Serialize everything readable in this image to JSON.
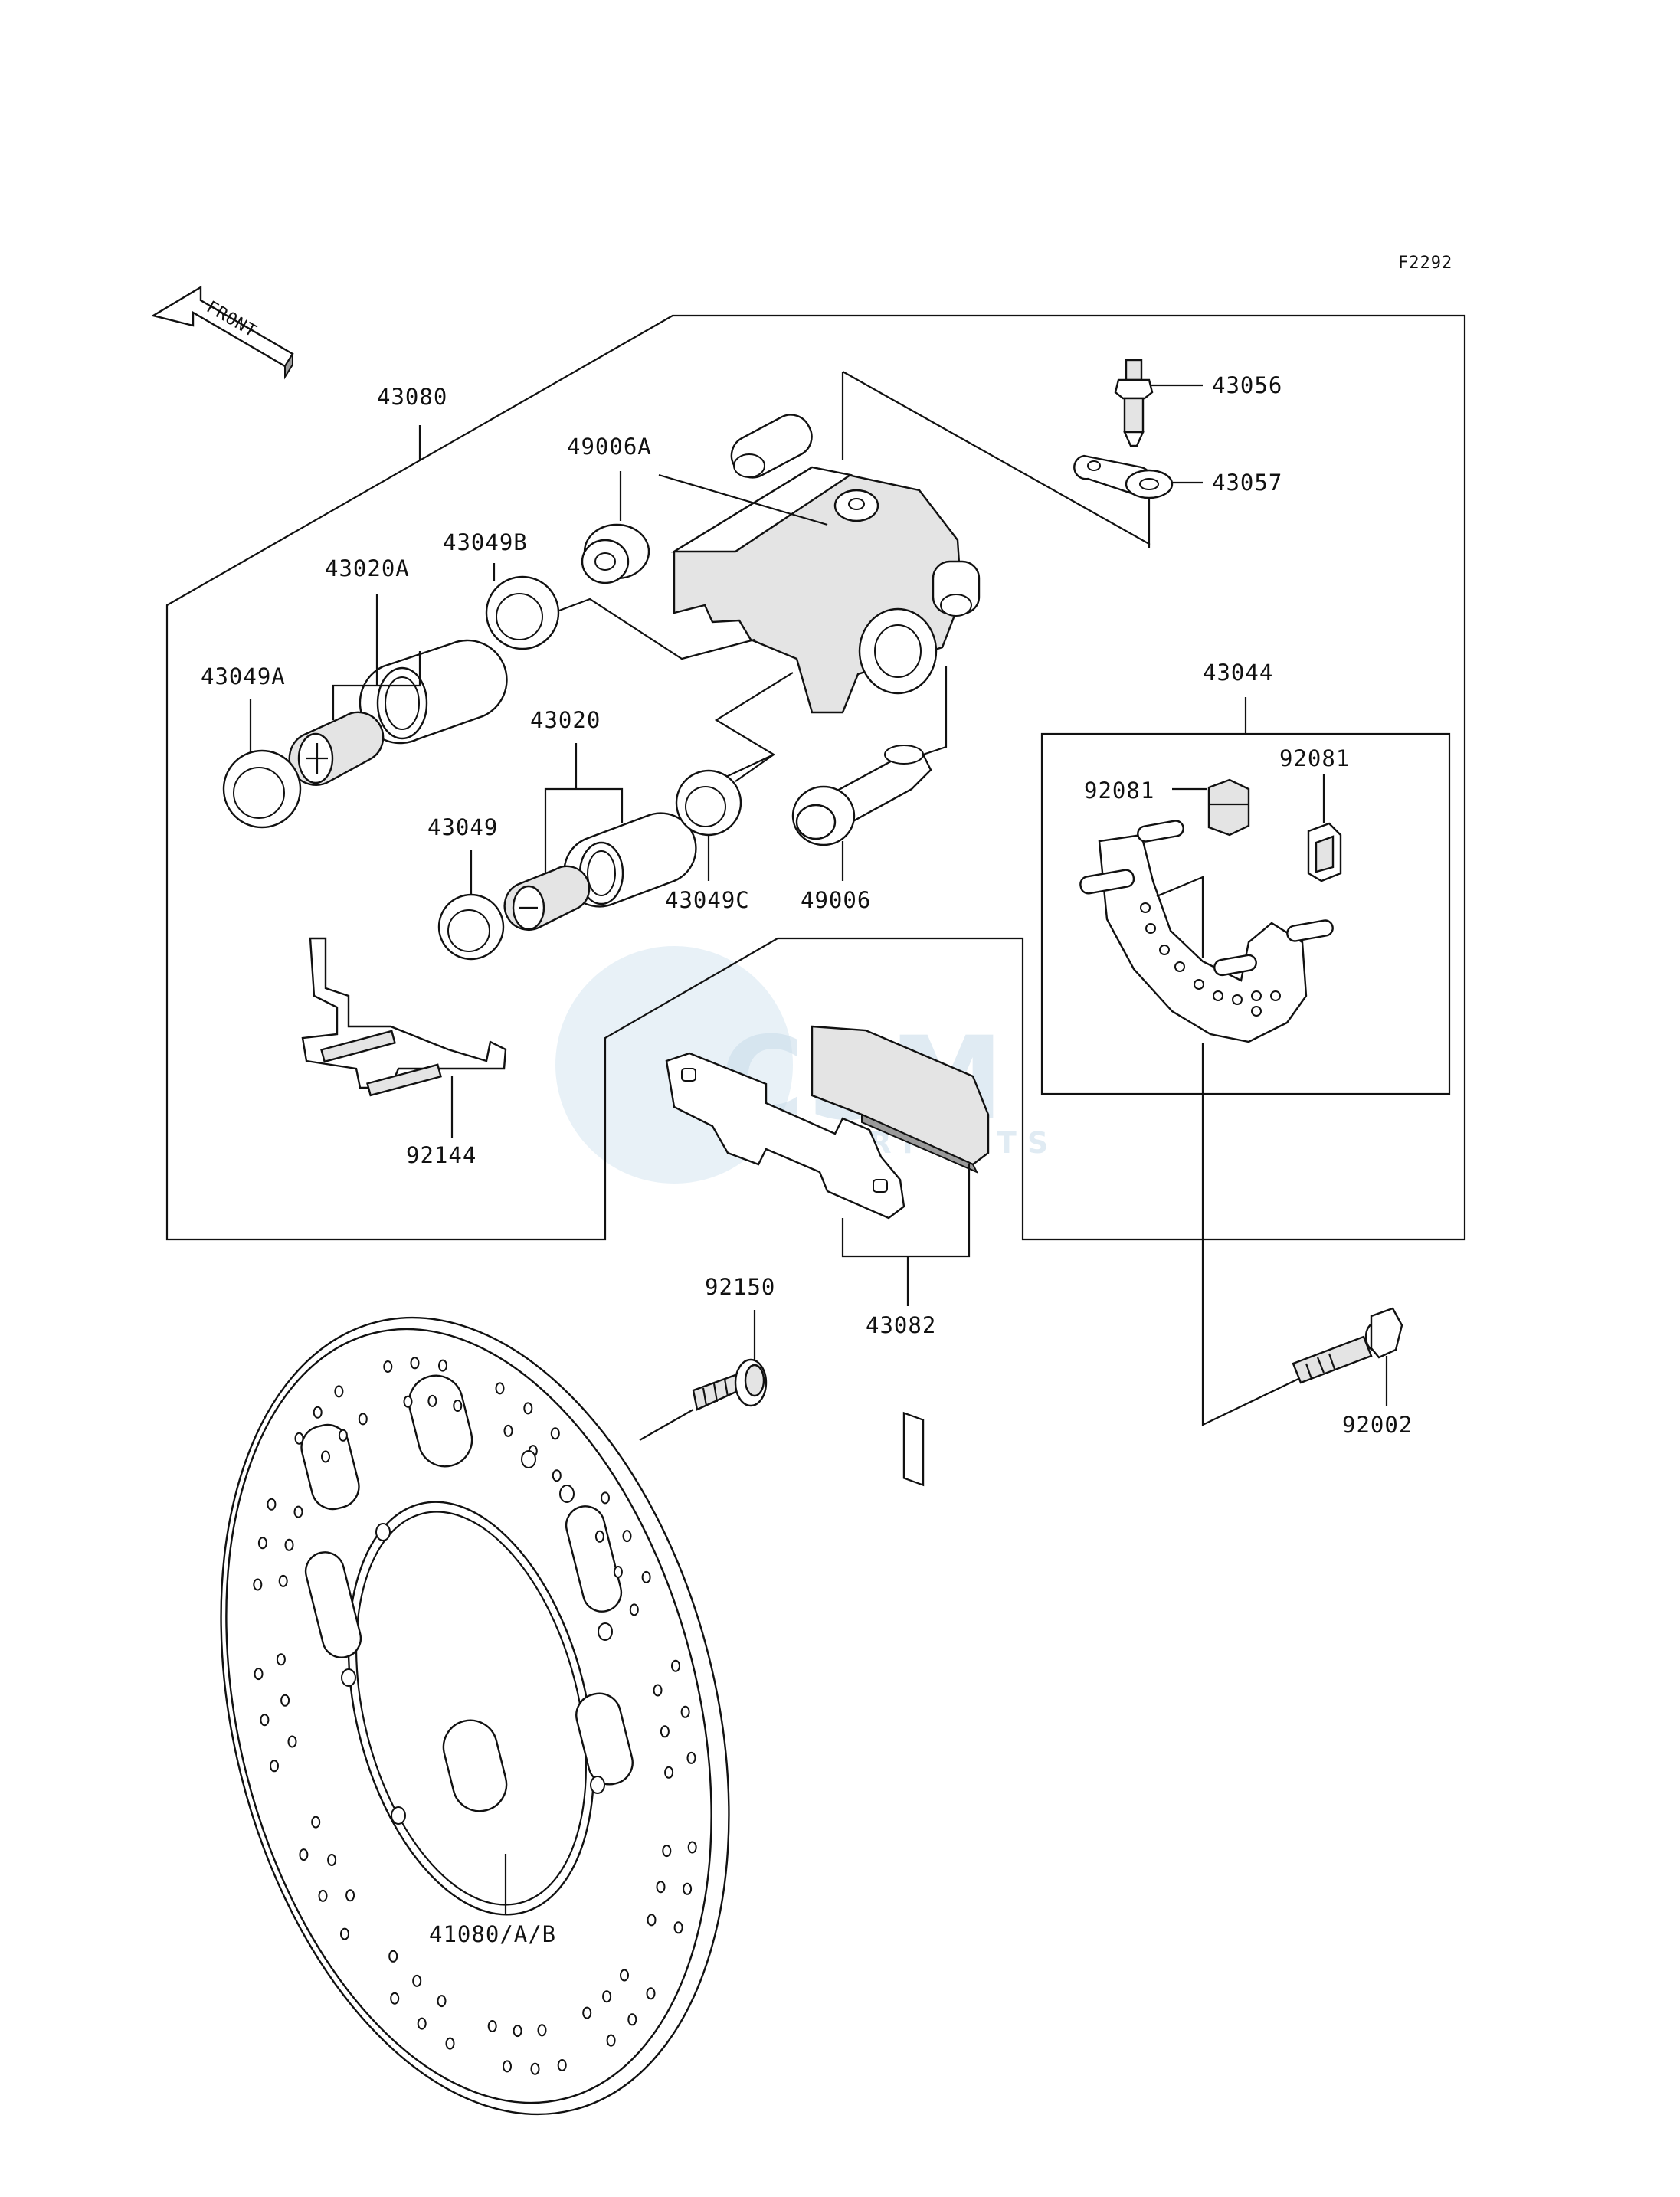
{
  "figure_code": "F2292",
  "direction_label": "FRONT",
  "watermark": {
    "brand": "CSM",
    "sub": "MOTORPARTS"
  },
  "parts": {
    "caliper_assy": "43080",
    "bleed_valve": "43056",
    "bleed_cap": "43057",
    "pin_boot_a": "49006A",
    "seal_b": "43049B",
    "piston_a": "43020A",
    "seal_a": "43049A",
    "piston": "43020",
    "seal": "43049",
    "seal_c": "43049C",
    "pin_boot": "49006",
    "bracket_assy": "43044",
    "pad_spring_left": "92081",
    "pad_spring_right": "92081",
    "anti_rattle_spring": "92144",
    "pad_set": "43082",
    "disc_bolt": "92150",
    "caliper_bolt": "92002",
    "disc": "41080/A/B"
  }
}
